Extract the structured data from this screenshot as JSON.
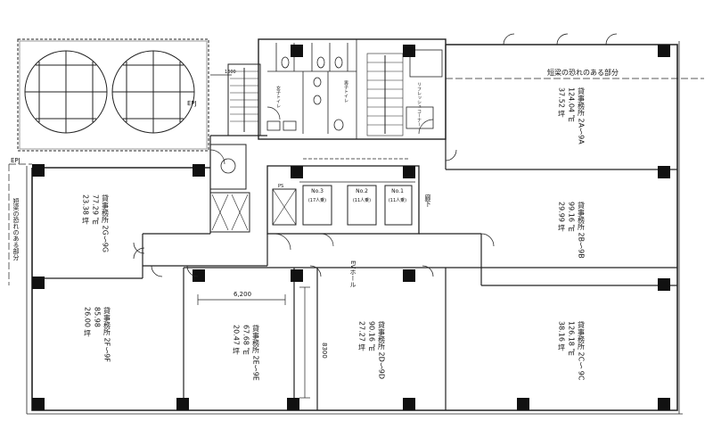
{
  "units": [
    {
      "id": "2A",
      "name": "貸事務所 2A〜9A",
      "area_m2": "124.04 ㎡",
      "area_tsubo": "37.52 坪"
    },
    {
      "id": "2B",
      "name": "貸事務所 2B〜9B",
      "area_m2": "99.16 ㎡",
      "area_tsubo": "29.99 坪"
    },
    {
      "id": "2C",
      "name": "貸事務所 2C〜 9C",
      "area_m2": "126.18 ㎡",
      "area_tsubo": "38.16 坪"
    },
    {
      "id": "2D",
      "name": "貸事務所 2D〜9D",
      "area_m2": "90.16 ㎡",
      "area_tsubo": "27.27 坪"
    },
    {
      "id": "2E",
      "name": "貸事務所 2E〜9E",
      "area_m2": "67.68 ㎡",
      "area_tsubo": "20.47 坪"
    },
    {
      "id": "2F",
      "name": "貸事務所 2F〜9F",
      "area_m2": "85.98",
      "area_tsubo": "26.00 坪"
    },
    {
      "id": "2G",
      "name": "貸事務所 2G〜9G",
      "area_m2": "77.29 ㎡",
      "area_tsubo": "23.38 坪"
    }
  ],
  "labels": {
    "ev_hall": "EVホール",
    "corridor": "廊下",
    "dim_top": "1300",
    "dim_6200": "6,200",
    "dim_8300": "8300",
    "epj_right": "EPJ",
    "epj_left": "EPJ",
    "beam_right": "短梁の恐れのある部分",
    "beam_left": "短梁の恐れのある部分",
    "elevators": [
      {
        "no": "No.1",
        "cap": "(11人乗)"
      },
      {
        "no": "No.2",
        "cap": "(11人乗)"
      },
      {
        "no": "No.3",
        "cap": "(17人乗)"
      }
    ],
    "toilet_men": "男子トイレ",
    "toilet_women": "女子トイレ",
    "refresh": "リフレッシュコーナー",
    "ps": "PS"
  }
}
